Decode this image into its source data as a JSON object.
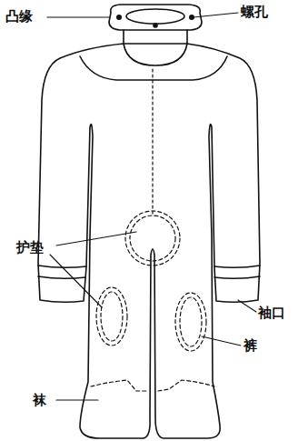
{
  "diagram": {
    "labels": [
      "凸缘",
      "螺孔",
      "袖口",
      "护垫",
      "裤",
      "袜"
    ]
  }
}
